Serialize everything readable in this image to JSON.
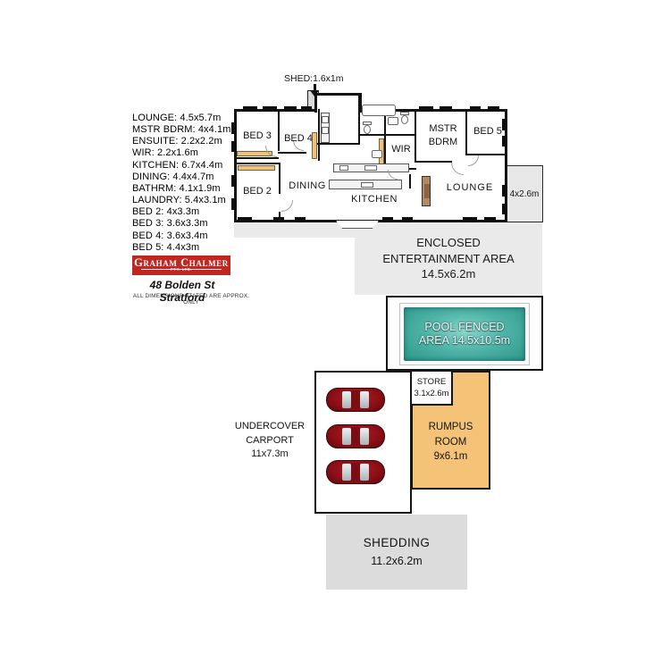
{
  "branding": {
    "logo_name": "Graham Chalmer",
    "logo_sub": "PTY. LTD.",
    "logo_bg_color": "#bf2720",
    "address": "48 Bolden St Stratford",
    "disclaimer": "ALL DIMENSIONS STATED ARE APPROX. ONLY"
  },
  "dimension_list": {
    "items": [
      "LOUNGE: 4.5x5.7m",
      "MSTR BDRM: 4x4.1m",
      "ENSUITE: 2.2x2.2m",
      "WIR: 2.2x1.6m",
      "KITCHEN: 6.7x4.4m",
      "DINING: 4.4x4.7m",
      "BATHRM: 4.1x1.9m",
      "LAUNDRY: 5.4x3.1m",
      "BED 2: 4x3.3m",
      "BED 3: 3.6x3.3m",
      "BED 4: 3.6x3.4m",
      "BED 5: 4.4x3m"
    ]
  },
  "floorplan": {
    "shed_label": "SHED:1.6x1m",
    "annex_label": "4x2.6m",
    "rooms": {
      "bed3": "BED 3",
      "bed4": "BED 4",
      "bed2": "BED 2",
      "dining": "DINING",
      "kitchen": "KITCHEN",
      "wir": "WIR",
      "mstr_line1": "MSTR",
      "mstr_line2": "BDRM",
      "bed5": "BED 5",
      "lounge": "LOUNGE"
    }
  },
  "outdoor": {
    "entertainment_area": {
      "line1": "ENCLOSED",
      "line2": "ENTERTAINMENT AREA",
      "line3": "14.5x6.2m"
    },
    "pool": {
      "line1": "POOL FENCED",
      "line2": "AREA 14.5x10.5m",
      "water_color": "#45b3a6"
    },
    "store": {
      "line1": "STORE",
      "line2": "3.1x2.6m"
    },
    "rumpus_room": {
      "line1": "RUMPUS",
      "line2": "ROOM",
      "line3": "9x6.1m",
      "fill_color": "#f4c377"
    },
    "carport": {
      "line1": "UNDERCOVER",
      "line2": "CARPORT",
      "line3": "11x7.3m",
      "car_color": "#8c1016"
    },
    "shedding": {
      "line1": "SHEDDING",
      "line2": "11.2x6.2m"
    }
  }
}
